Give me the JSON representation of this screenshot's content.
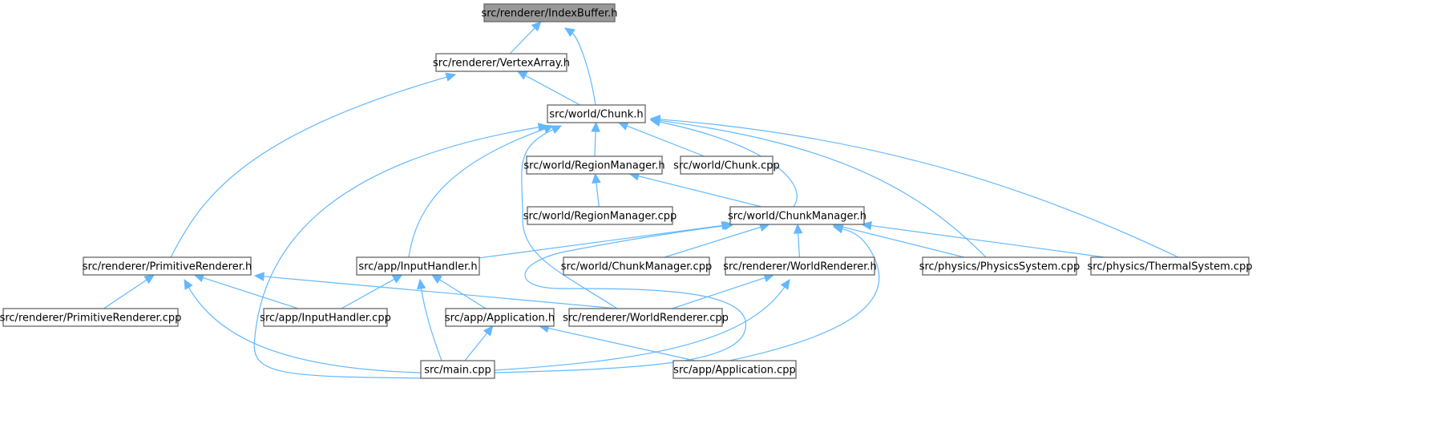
{
  "graph": {
    "title": "src/renderer/IndexBuffer.h",
    "edge_color": "#63b8ff",
    "root_fill": "#999999",
    "nodes": [
      {
        "id": "indexbuffer_h",
        "label": "src/renderer/IndexBuffer.h",
        "root": true
      },
      {
        "id": "vertexarray_h",
        "label": "src/renderer/VertexArray.h"
      },
      {
        "id": "chunk_h",
        "label": "src/world/Chunk.h"
      },
      {
        "id": "regionmanager_h",
        "label": "src/world/RegionManager.h"
      },
      {
        "id": "chunk_cpp",
        "label": "src/world/Chunk.cpp"
      },
      {
        "id": "regionmanager_cpp",
        "label": "src/world/RegionManager.cpp"
      },
      {
        "id": "chunkmanager_h",
        "label": "src/world/ChunkManager.h"
      },
      {
        "id": "primitiverenderer_h",
        "label": "src/renderer/PrimitiveRenderer.h"
      },
      {
        "id": "inputhandler_h",
        "label": "src/app/InputHandler.h"
      },
      {
        "id": "chunkmanager_cpp",
        "label": "src/world/ChunkManager.cpp"
      },
      {
        "id": "worldrenderer_h",
        "label": "src/renderer/WorldRenderer.h"
      },
      {
        "id": "physicssystem_cpp",
        "label": "src/physics/PhysicsSystem.cpp"
      },
      {
        "id": "thermalsystem_cpp",
        "label": "src/physics/ThermalSystem.cpp"
      },
      {
        "id": "primitiverenderer_cpp",
        "label": "src/renderer/PrimitiveRenderer.cpp"
      },
      {
        "id": "inputhandler_cpp",
        "label": "src/app/InputHandler.cpp"
      },
      {
        "id": "application_h",
        "label": "src/app/Application.h"
      },
      {
        "id": "worldrenderer_cpp",
        "label": "src/renderer/WorldRenderer.cpp"
      },
      {
        "id": "main_cpp",
        "label": "src/main.cpp"
      },
      {
        "id": "application_cpp",
        "label": "src/app/Application.cpp"
      }
    ],
    "edges": [
      {
        "from": "vertexarray_h",
        "to": "indexbuffer_h"
      },
      {
        "from": "chunk_h",
        "to": "indexbuffer_h"
      },
      {
        "from": "chunk_h",
        "to": "vertexarray_h"
      },
      {
        "from": "primitiverenderer_h",
        "to": "vertexarray_h"
      },
      {
        "from": "regionmanager_h",
        "to": "chunk_h"
      },
      {
        "from": "chunk_cpp",
        "to": "chunk_h"
      },
      {
        "from": "chunkmanager_h",
        "to": "chunk_h"
      },
      {
        "from": "inputhandler_h",
        "to": "chunk_h"
      },
      {
        "from": "physicssystem_cpp",
        "to": "chunk_h"
      },
      {
        "from": "thermalsystem_cpp",
        "to": "chunk_h"
      },
      {
        "from": "main_cpp",
        "to": "chunk_h"
      },
      {
        "from": "worldrenderer_cpp",
        "to": "chunk_h"
      },
      {
        "from": "regionmanager_cpp",
        "to": "regionmanager_h"
      },
      {
        "from": "chunkmanager_h",
        "to": "regionmanager_h"
      },
      {
        "from": "inputhandler_h",
        "to": "chunkmanager_h"
      },
      {
        "from": "chunkmanager_cpp",
        "to": "chunkmanager_h"
      },
      {
        "from": "worldrenderer_h",
        "to": "chunkmanager_h"
      },
      {
        "from": "physicssystem_cpp",
        "to": "chunkmanager_h"
      },
      {
        "from": "thermalsystem_cpp",
        "to": "chunkmanager_h"
      },
      {
        "from": "application_cpp",
        "to": "chunkmanager_h"
      },
      {
        "from": "main_cpp",
        "to": "chunkmanager_h"
      },
      {
        "from": "primitiverenderer_cpp",
        "to": "primitiverenderer_h"
      },
      {
        "from": "inputhandler_cpp",
        "to": "primitiverenderer_h"
      },
      {
        "from": "main_cpp",
        "to": "primitiverenderer_h"
      },
      {
        "from": "worldrenderer_cpp",
        "to": "primitiverenderer_h"
      },
      {
        "from": "inputhandler_cpp",
        "to": "inputhandler_h"
      },
      {
        "from": "application_h",
        "to": "inputhandler_h"
      },
      {
        "from": "main_cpp",
        "to": "inputhandler_h"
      },
      {
        "from": "worldrenderer_cpp",
        "to": "worldrenderer_h"
      },
      {
        "from": "main_cpp",
        "to": "worldrenderer_h"
      },
      {
        "from": "main_cpp",
        "to": "application_h"
      },
      {
        "from": "application_cpp",
        "to": "application_h"
      }
    ]
  }
}
